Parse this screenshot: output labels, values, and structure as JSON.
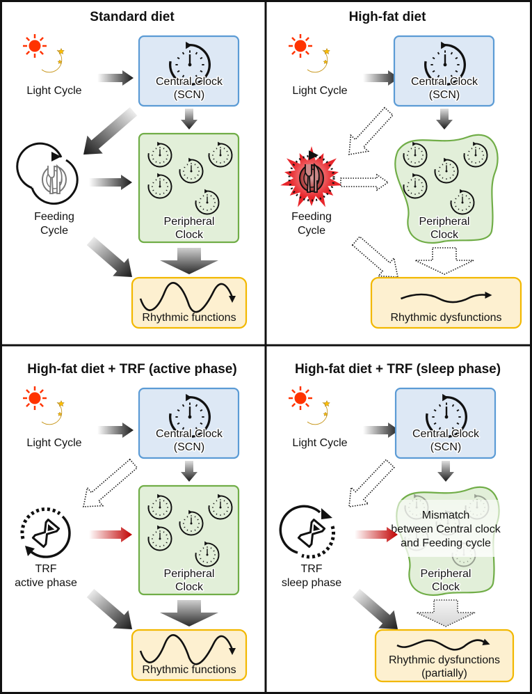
{
  "figure": {
    "panels": [
      {
        "id": "standard",
        "title": "Standard diet",
        "light_label": "Light Cycle",
        "central_label": [
          "Central Clock",
          "(SCN)"
        ],
        "peripheral_label": [
          "Peripheral",
          "Clock"
        ],
        "feeding_label": [
          "Feeding",
          "Cycle"
        ],
        "output_label": [
          "Rhythmic functions"
        ],
        "feeding_icon": "plate-fork-knife-icon",
        "feeding_state": "normal",
        "peripheral_shape": "box",
        "output_wave": "full",
        "arrow_light_to_feeding": "solid",
        "arrow_feeding_to_peripheral": "solid",
        "arrow_feeding_to_output": "solid",
        "arrow_peripheral_to_output": "solid"
      },
      {
        "id": "hfd",
        "title": "High-fat diet",
        "light_label": "Light Cycle",
        "central_label": [
          "Central Clock",
          "(SCN)"
        ],
        "peripheral_label": [
          "Peripheral",
          "Clock"
        ],
        "feeding_label": [
          "Feeding",
          "Cycle"
        ],
        "output_label": [
          "Rhythmic dysfunctions"
        ],
        "feeding_icon": "plate-fork-knife-burst-icon",
        "feeding_state": "disrupted",
        "peripheral_shape": "blob",
        "output_wave": "flat",
        "arrow_light_to_feeding": "dotted",
        "arrow_feeding_to_peripheral": "dotted",
        "arrow_feeding_to_output": "dotted",
        "arrow_peripheral_to_output": "dotted"
      },
      {
        "id": "trf-active",
        "title": "High-fat diet + TRF (active phase)",
        "light_label": "Light Cycle",
        "central_label": [
          "Central Clock",
          "(SCN)"
        ],
        "peripheral_label": [
          "Peripheral",
          "Clock"
        ],
        "feeding_label": [
          "TRF",
          "active phase"
        ],
        "output_label": [
          "Rhythmic functions"
        ],
        "feeding_icon": "hourglass-cycle-icon",
        "feeding_state": "trf-active",
        "peripheral_shape": "box",
        "output_wave": "full",
        "arrow_light_to_feeding": "dotted",
        "arrow_feeding_to_peripheral": "red",
        "arrow_feeding_to_output": "solid",
        "arrow_peripheral_to_output": "solid"
      },
      {
        "id": "trf-sleep",
        "title": "High-fat diet + TRF (sleep phase)",
        "light_label": "Light Cycle",
        "central_label": [
          "Central Clock",
          "(SCN)"
        ],
        "peripheral_label": [
          "Peripheral",
          "Clock"
        ],
        "feeding_label": [
          "TRF",
          "sleep phase"
        ],
        "output_label": [
          "Rhythmic dysfunctions",
          "(partially)"
        ],
        "mismatch_label": [
          "Mismatch",
          "between Central clock",
          "and Feeding cycle"
        ],
        "feeding_icon": "hourglass-cycle-icon",
        "feeding_state": "trf-sleep",
        "peripheral_shape": "blob",
        "output_wave": "partial",
        "arrow_light_to_feeding": "dotted",
        "arrow_feeding_to_peripheral": "red",
        "arrow_feeding_to_output": "solid",
        "arrow_peripheral_to_output": "dotted-gray"
      }
    ],
    "colors": {
      "central_fill": "#dde8f5",
      "central_stroke": "#5b9bd5",
      "peripheral_fill": "#e2efd9",
      "peripheral_stroke": "#70ad47",
      "output_fill": "#fdf0d0",
      "output_stroke": "#f2b800",
      "sun": "#ff3300",
      "moon": "#ffc000",
      "red_arrow": "#cc0000",
      "burst": "#e8262b"
    }
  }
}
